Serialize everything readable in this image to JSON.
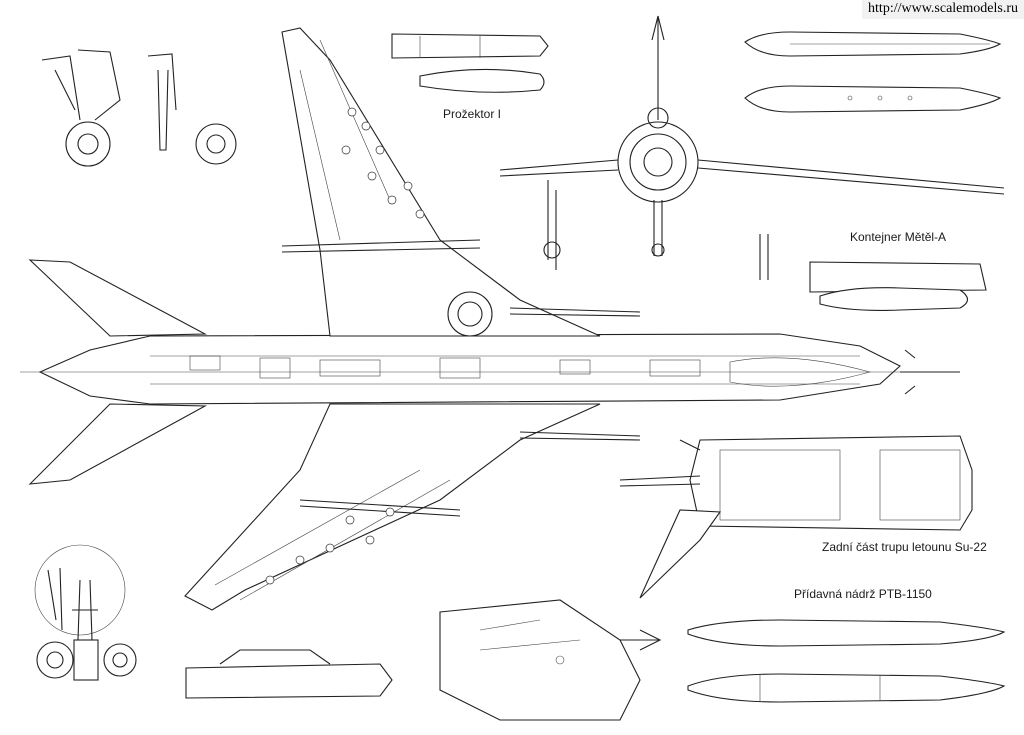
{
  "watermark": "http://www.scalemodels.ru",
  "labels": {
    "projector": "Prožektor I",
    "container": "Kontejner Mětěl-A",
    "rear_fuselage": "Zadní část trupu letounu Su-22",
    "drop_tank": "Přídavná nádrž PTB-1150"
  },
  "colors": {
    "line": "#222222",
    "background": "#ffffff"
  }
}
